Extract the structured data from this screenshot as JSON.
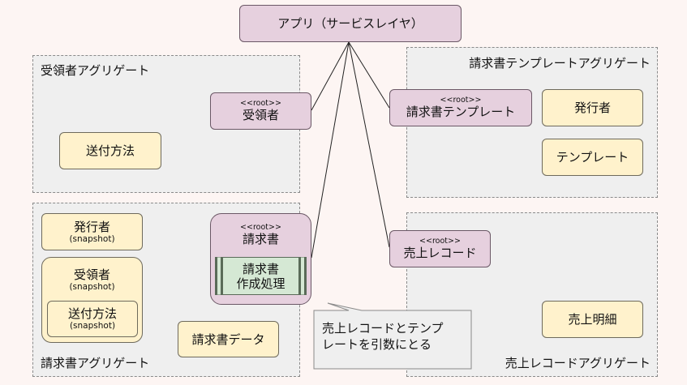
{
  "app": {
    "label": "アプリ（サービスレイヤ）"
  },
  "aggregates": {
    "recipient": {
      "title": "受領者アグリゲート",
      "root_stereotype": "<<root>>",
      "root_label": "受領者",
      "send_method": "送付方法"
    },
    "template": {
      "title": "請求書テンプレートアグリゲート",
      "root_stereotype": "<<root>>",
      "root_label": "請求書テンプレート",
      "issuer": "発行者",
      "template": "テンプレート"
    },
    "invoice": {
      "title": "請求書アグリゲート",
      "root_stereotype": "<<root>>",
      "root_label": "請求書",
      "process_line1": "請求書",
      "process_line2": "作成処理",
      "issuer_label": "発行者",
      "issuer_snap": "(snapshot)",
      "recipient_label": "受領者",
      "recipient_snap": "(snapshot)",
      "send_label": "送付方法",
      "send_snap": "(snapshot)",
      "data_label": "請求書データ"
    },
    "sales": {
      "title": "売上レコードアグリゲート",
      "root_stereotype": "<<root>>",
      "root_label": "売上レコード",
      "detail": "売上明細"
    }
  },
  "callout": {
    "line1": "売上レコードとテンプ",
    "line2": "レートを引数にとる"
  }
}
